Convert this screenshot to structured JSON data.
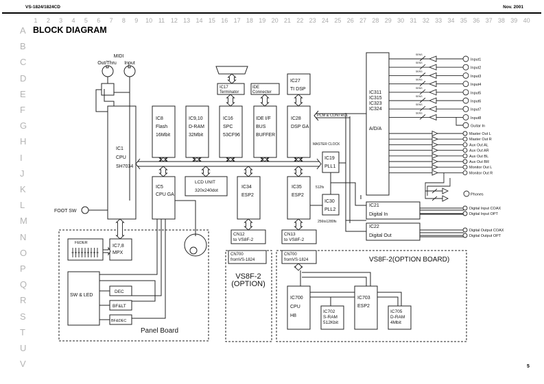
{
  "header": {
    "model": "VS-1824/1824CD",
    "date": "Nov. 2001",
    "page_number": "5"
  },
  "grid": {
    "columns": [
      "1",
      "2",
      "3",
      "4",
      "5",
      "6",
      "7",
      "8",
      "9",
      "10",
      "11",
      "12",
      "13",
      "14",
      "15",
      "16",
      "17",
      "18",
      "19",
      "20",
      "21",
      "22",
      "23",
      "24",
      "25",
      "26",
      "27",
      "28",
      "29",
      "30",
      "31",
      "32",
      "33",
      "34",
      "35",
      "36",
      "37",
      "38",
      "39",
      "40"
    ],
    "rows": [
      "A",
      "B",
      "C",
      "D",
      "E",
      "F",
      "G",
      "H",
      "I",
      "J",
      "K",
      "L",
      "M",
      "N",
      "O",
      "P",
      "Q",
      "R",
      "S",
      "T",
      "U",
      "V"
    ]
  },
  "title": "BLOCK DIAGRAM",
  "blocks": {
    "ic1": [
      "IC1",
      "CPU",
      "SH7034"
    ],
    "ic8": [
      "IC8",
      "Flash",
      "16Mbit"
    ],
    "ic9": [
      "IC9,10",
      "D-RAM",
      "32Mbit"
    ],
    "ic16": [
      "IC16",
      "SPC",
      "53CF96"
    ],
    "ide": [
      "IDE I/F",
      "BUS",
      "BUFFER"
    ],
    "ic28": [
      "IC28",
      "DSP GA"
    ],
    "ic27": [
      "IC27",
      "TI DSP"
    ],
    "ic17": [
      "IC17",
      "Terminator"
    ],
    "idecon": [
      "IDE",
      "Connecter"
    ],
    "adda": [
      "IC311",
      "IC315",
      "IC323",
      "IC324",
      "A/D/A"
    ],
    "ic19": [
      "IC19",
      "PLL1"
    ],
    "ic30": [
      "IC30",
      "PLL2"
    ],
    "ic5": [
      "IC5",
      "CPU GA"
    ],
    "lcd": [
      "LCD UNIT",
      "320x240dot"
    ],
    "ic34": [
      "IC34",
      "ESP2"
    ],
    "ic35": [
      "IC35",
      "ESP2"
    ],
    "ic21": [
      "IC21",
      "Digital In"
    ],
    "ic22": [
      "IC22",
      "Digital Out"
    ],
    "cn12": [
      "CN12",
      "to VS8F-2"
    ],
    "cn13": [
      "CN13",
      "to VS8F-2"
    ],
    "cn700a": [
      "CN700",
      "fromVS-1824"
    ],
    "cn700b": [
      "CN700",
      "fromVS-1824"
    ],
    "ic78": [
      "IC7,8",
      "MPX"
    ],
    "feder": "FEDER",
    "swled": "SW & LED",
    "dec": "DEC",
    "bflt": "BF&LT",
    "bfdec": "BF&DEC",
    "ic700": [
      "IC700",
      "CPU",
      "H8"
    ],
    "ic702": [
      "IC702",
      "S-RAM",
      "512Kbit"
    ],
    "ic703": [
      "IC703",
      "ESP2"
    ],
    "ic705": [
      "IC705",
      "D-RAM",
      "4Mbit"
    ]
  },
  "labels": {
    "midi": "MIDI",
    "midi_out": "Out/Thru",
    "midi_in": "Input",
    "foot_sw": "FOOT SW",
    "pcm_control": "PCM & CONTROL",
    "master_clock": "MASTER CLOCK",
    "fs512": "512fs",
    "fs_range": "256to1280fs",
    "sens": "SENS",
    "panel_board": "Panel Board",
    "option": [
      "VS8F-2",
      "(OPTION)"
    ],
    "option_board": "VS8F-2(OPTION BOARD)"
  },
  "inputs": [
    "Input1",
    "Input2",
    "Input3",
    "Input4",
    "Input5",
    "Input6",
    "Input7",
    "Input8"
  ],
  "guitar_in": "Guitar In",
  "outputs": [
    "Master Out L",
    "Master Out R",
    "Aux Out AL",
    "Aux Out AR",
    "Aux Out BL",
    "Aux Out BR",
    "Monitor Out L",
    "Monitor Out R"
  ],
  "phones": "Phones",
  "digital_inputs": [
    "Digital Input COAX",
    "Digital Input OPT"
  ],
  "digital_outputs": [
    "Digital Output COAX",
    "Digital Output OPT"
  ]
}
